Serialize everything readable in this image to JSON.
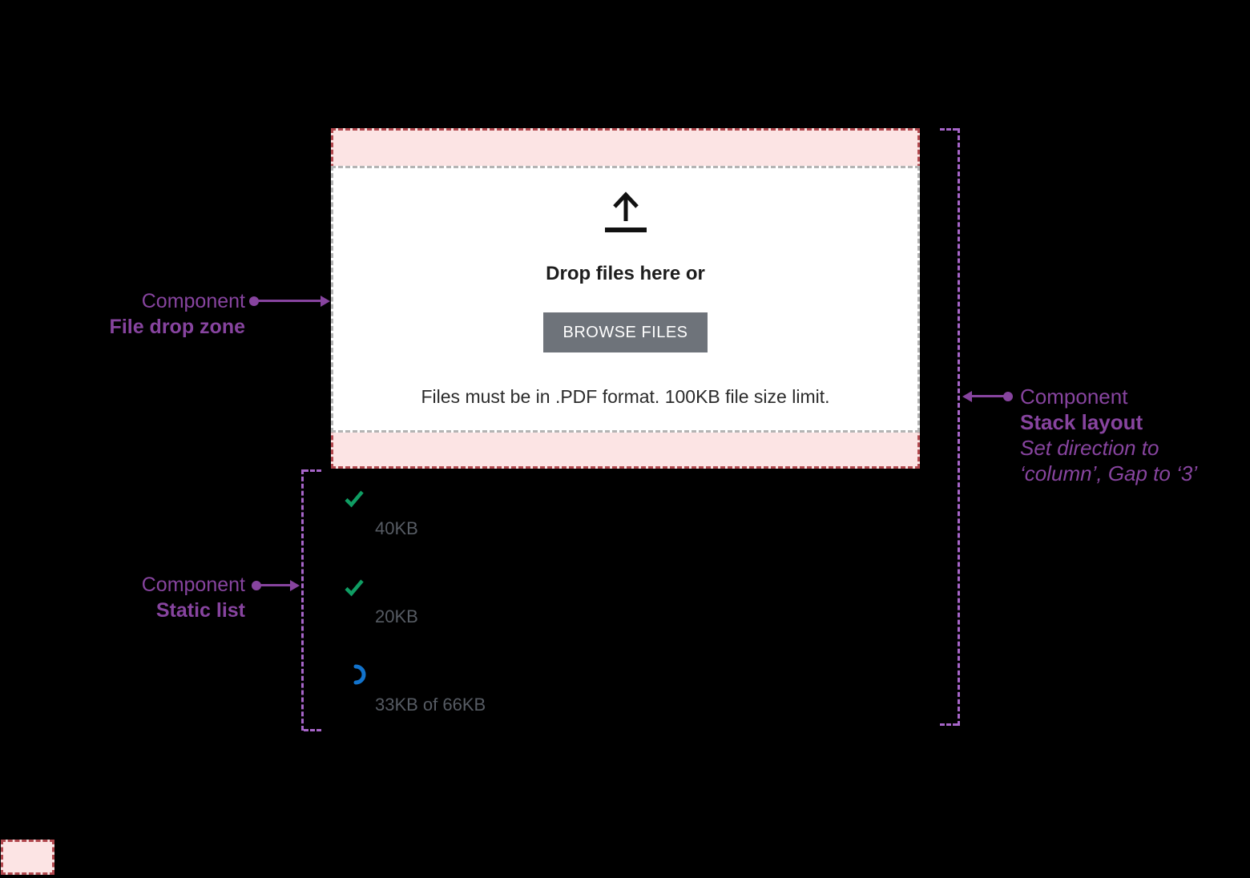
{
  "drop_zone": {
    "icon": "upload-icon",
    "title": "Drop files here or",
    "button_label": "BROWSE FILES",
    "hint": "Files must be in .PDF format. 100KB file size limit."
  },
  "file_list": {
    "items": [
      {
        "status": "complete",
        "icon": "check-icon",
        "size_label": "40KB"
      },
      {
        "status": "complete",
        "icon": "check-icon",
        "size_label": "20KB"
      },
      {
        "status": "uploading",
        "icon": "spinner-icon",
        "size_label": "33KB of 66KB"
      }
    ]
  },
  "annotations": {
    "file_drop_zone": {
      "eyebrow": "Component",
      "title": "File drop zone"
    },
    "static_list": {
      "eyebrow": "Component",
      "title": "Static list"
    },
    "stack_layout": {
      "eyebrow": "Component",
      "title": "Stack layout",
      "note_line1": "Set direction to",
      "note_line2": "‘column’, Gap to ‘3’"
    }
  },
  "colors": {
    "background": "#000000",
    "padding_fill": "#fce4e4",
    "padding_border": "#b2484e",
    "inner_border": "#b4b4b4",
    "button_bg": "#6e737a",
    "annotation_purple": "#87449f",
    "outline_purple": "#a765c9",
    "success_green": "#0f9d63",
    "progress_blue": "#1273cc",
    "size_text_gray": "#565b63"
  }
}
